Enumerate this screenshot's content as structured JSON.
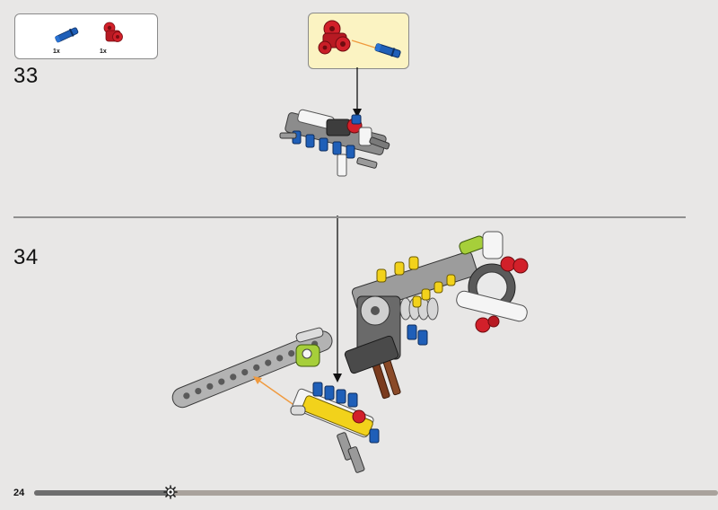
{
  "page": {
    "number": "24",
    "progress": 0.2
  },
  "parts_list": [
    {
      "name": "blue-axle-pin",
      "qty": "1x",
      "color": "#1f5fb8"
    },
    {
      "name": "red-cross-block",
      "qty": "1x",
      "color": "#d2202a"
    }
  ],
  "steps": [
    {
      "number": "33"
    },
    {
      "number": "34"
    }
  ],
  "colors": {
    "background": "#e8e7e6",
    "callout_bg": "#fbf3c2",
    "lego_red": "#d2202a",
    "lego_blue": "#1f5fb8",
    "lego_yellow": "#f2d21b",
    "lego_lime": "#a6cf3a",
    "lego_gray": "#9c9c9c",
    "lego_dark_gray": "#5c5c5c",
    "lego_white": "#f7f7f7",
    "lego_brown": "#7a3b1e",
    "arrow_orange": "#f09a3e"
  },
  "icons": {
    "progress_marker": "gear-icon"
  }
}
